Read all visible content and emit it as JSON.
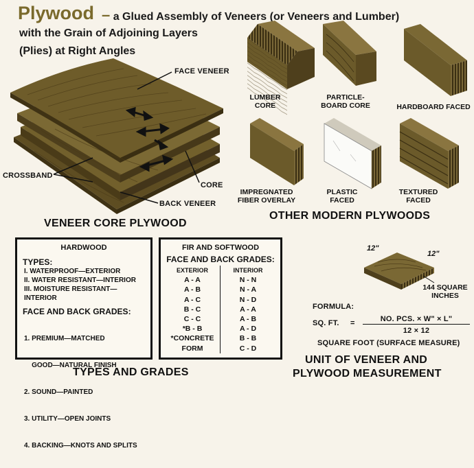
{
  "header": {
    "title": "Plywood",
    "dash": "–",
    "subtitle_line1": "a Glued Assembly of Veneers (or Veneers and Lumber)",
    "subtitle_line2": "with the Grain of Adjoining Layers",
    "subtitle_line3": "(Plies) at Right Angles"
  },
  "veneer_diagram": {
    "face_veneer": "FACE VENEER",
    "crossband": "CROSSBAND",
    "core": "CORE",
    "back_veneer": "BACK VENEER",
    "caption": "VENEER CORE PLYWOOD"
  },
  "modern_plywoods": {
    "items": [
      {
        "label": "LUMBER\nCORE"
      },
      {
        "label": "PARTICLE-\nBOARD CORE"
      },
      {
        "label": "HARDBOARD FACED"
      },
      {
        "label": "IMPREGNATED\nFIBER OVERLAY"
      },
      {
        "label": "PLASTIC\nFACED"
      },
      {
        "label": "TEXTURED\nFACED"
      }
    ],
    "caption": "OTHER MODERN PLYWOODS"
  },
  "hardwood_box": {
    "title": "HARDWOOD",
    "types_heading": "TYPES:",
    "types": [
      "I.   WATERPROOF—EXTERIOR",
      "II.  WATER RESISTANT—INTERIOR",
      "III. MOISTURE RESISTANT—INTERIOR"
    ],
    "grades_heading": "FACE AND BACK GRADES:",
    "grades": [
      "1. PREMIUM—MATCHED",
      "    GOOD—NATURAL FINISH",
      "2. SOUND—PAINTED",
      "3. UTILITY—OPEN JOINTS",
      "4. BACKING—KNOTS AND SPLITS"
    ]
  },
  "fir_box": {
    "title": "FIR AND SOFTWOOD",
    "grades_heading": "FACE AND BACK GRADES:",
    "exterior_heading": "EXTERIOR",
    "interior_heading": "INTERIOR",
    "exterior": [
      "A - A",
      "A - B",
      "A - C",
      "B - C",
      "C - C",
      "*B - B",
      "*CONCRETE",
      "FORM"
    ],
    "interior": [
      "N - N",
      "N - A",
      "N - D",
      "A - A",
      "A - B",
      "A - D",
      "B - B",
      "C - D"
    ]
  },
  "types_caption": "TYPES AND GRADES",
  "measurement": {
    "dim1": "12\"",
    "dim2": "12\"",
    "area_label": "144 SQUARE\nINCHES",
    "formula_label": "FORMULA:",
    "sq_ft": "SQ. FT.",
    "equals": "=",
    "numerator": "NO. PCS. × W\" × L\"",
    "denominator": "12 × 12",
    "note": "SQUARE FOOT (SURFACE MEASURE)",
    "caption_line1": "UNIT OF VENEER AND",
    "caption_line2": "PLYWOOD MEASUREMENT"
  },
  "colors": {
    "title_olive": "#7a6a2c",
    "wood_top": "#6b5a2a",
    "wood_side": "#4e3f1c",
    "wood_light": "#8a7540"
  }
}
